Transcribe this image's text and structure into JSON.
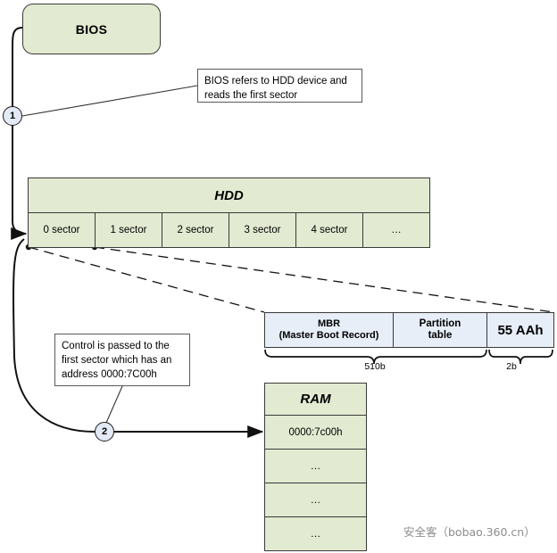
{
  "diagram": {
    "title": "MBR boot process",
    "colors": {
      "green_fill": "#e2ead1",
      "blue_fill": "#e7eef8",
      "stroke": "#3a3a3a",
      "marker_fill": "#e3eaf5",
      "watermark": "#8d8d8d"
    }
  },
  "bios": {
    "label": "BIOS"
  },
  "callouts": {
    "bios_note": {
      "line1": "BIOS refers to HDD device and",
      "line2": "reads the first sector"
    },
    "control_note": {
      "line1": "Control is passed to the",
      "line2": "first sector which has an",
      "line3": "address 0000:7C00h"
    }
  },
  "steps": [
    {
      "number": "1"
    },
    {
      "number": "2"
    }
  ],
  "hdd": {
    "title": "HDD",
    "sectors": [
      "0 sector",
      "1 sector",
      "2 sector",
      "3 sector",
      "4 sector",
      "…"
    ]
  },
  "mbr": {
    "cells": [
      {
        "line1": "MBR",
        "line2": "(Master Boot Record)"
      },
      {
        "line1": "Partition",
        "line2": "table"
      },
      {
        "line1": "55 AAh",
        "line2": ""
      }
    ],
    "brace_labels": {
      "left": "510b",
      "right": "2b"
    }
  },
  "ram": {
    "title": "RAM",
    "rows": [
      "0000:7c00h",
      "…",
      "…",
      "…"
    ]
  },
  "watermark": {
    "text": "安全客（bobao.360.cn）"
  }
}
